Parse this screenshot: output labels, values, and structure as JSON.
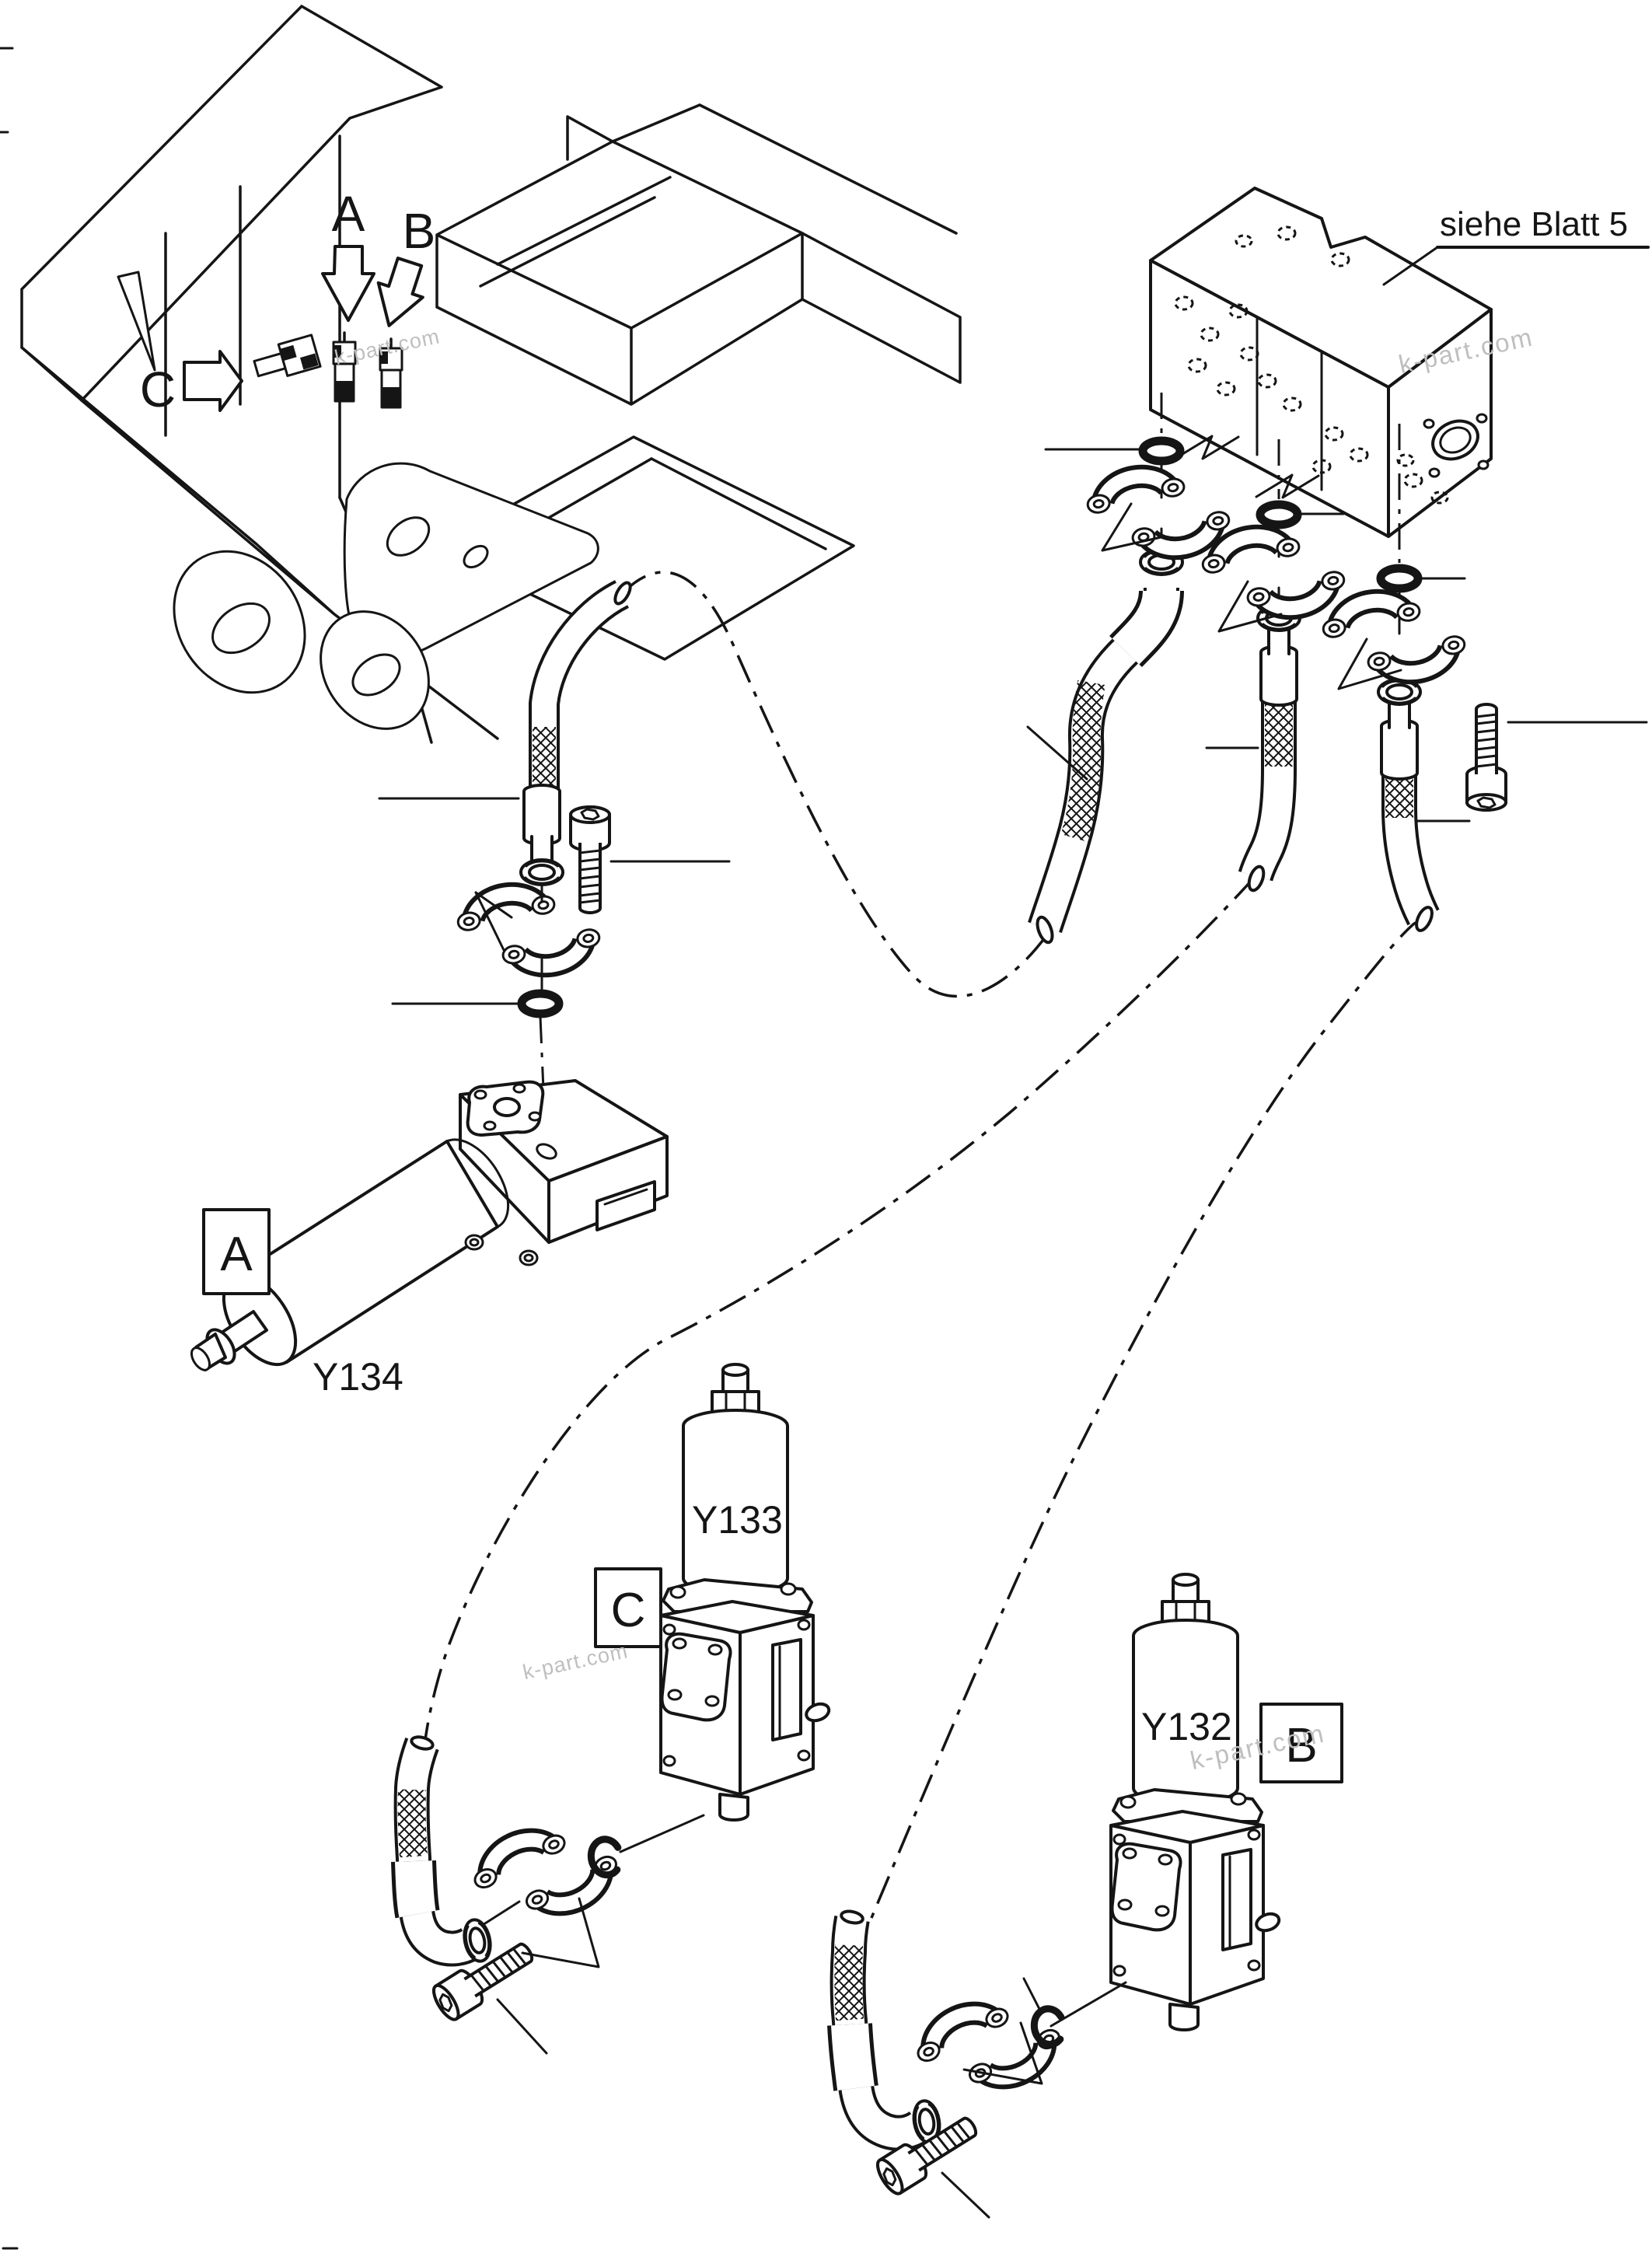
{
  "canvas": {
    "background": "#ffffff",
    "line_color": "#151515",
    "watermark_color": "#bfbfbf"
  },
  "annotations": {
    "see_sheet_note": "siehe Blatt 5",
    "watermark": "k-part.com",
    "machine_position_labels": {
      "a": "A",
      "b": "B",
      "c": "C"
    },
    "callout_boxes": {
      "a": "A",
      "b": "B",
      "c": "C"
    },
    "component_labels": {
      "y134": "Y134",
      "y133": "Y133",
      "y132": "Y132"
    }
  }
}
